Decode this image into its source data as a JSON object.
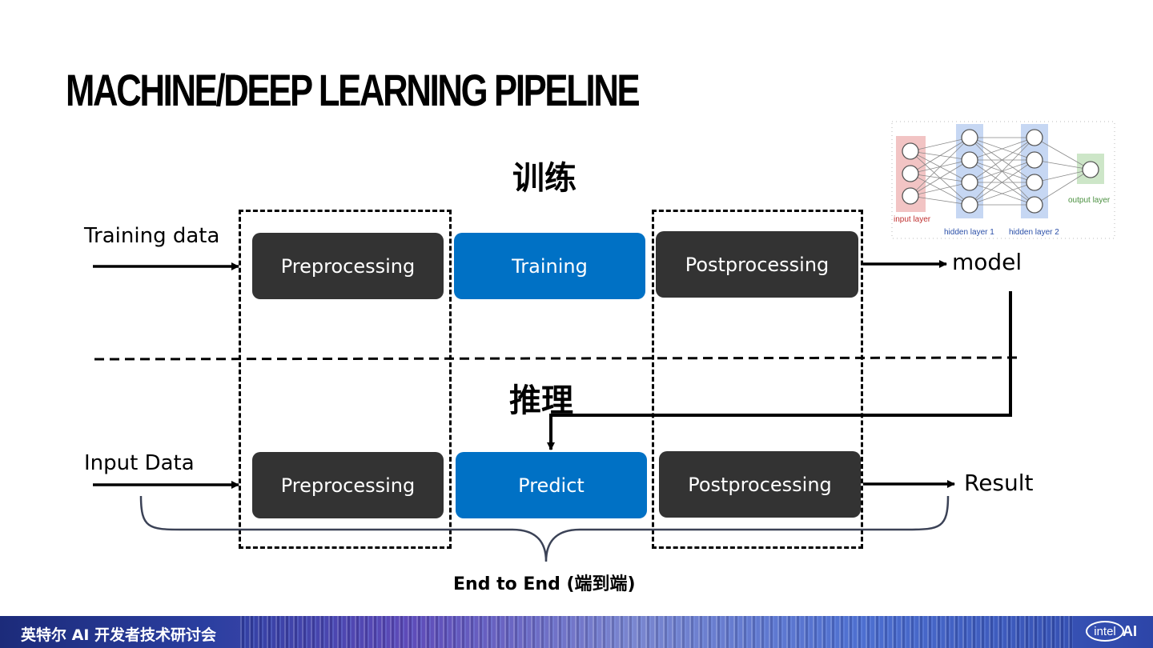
{
  "title": "MACHINE/DEEP LEARNING PIPELINE",
  "training_section": {
    "label": "训练",
    "input_label": "Training data",
    "steps": [
      "Preprocessing",
      "Training",
      "Postprocessing"
    ],
    "output_label": "model"
  },
  "inference_section": {
    "label": "推理",
    "input_label": "Input Data",
    "steps": [
      "Preprocessing",
      "Predict",
      "Postprocessing"
    ],
    "output_label": "Result"
  },
  "end_to_end_label": "End to End (端到端)",
  "nn_diagram": {
    "input_layer": "input layer",
    "hidden_layer_1": "hidden layer 1",
    "hidden_layer_2": "hidden layer 2",
    "output_layer": "output layer"
  },
  "footer": {
    "text": "英特尔 AI 开发者技术研讨会",
    "logo_text": "intel",
    "ai_text": "AI"
  },
  "colors": {
    "step_dark": "#333333",
    "step_highlight": "#0071c5"
  }
}
